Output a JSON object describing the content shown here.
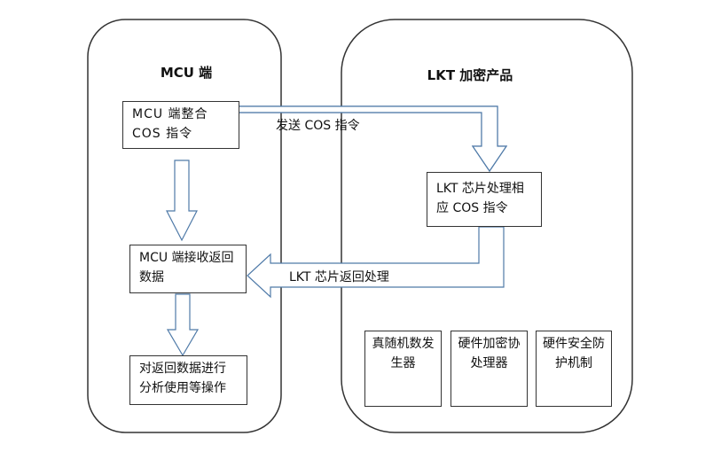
{
  "mcu": {
    "title": "MCU 端",
    "box_compose": "MCU 端整合 COS 指令",
    "box_receive": "MCU 端接收返回数据",
    "box_process": "对返回数据进行分析使用等操作"
  },
  "lkt": {
    "title": "LKT 加密产品",
    "box_chip": "LKT 芯片处理相应 COS 指令",
    "features": [
      "真随机数发生器",
      "硬件加密协处理器",
      "硬件安全防护机制"
    ]
  },
  "arrows": {
    "send_label": "发送 COS 指令",
    "return_label": "LKT 芯片返回处理"
  },
  "colors": {
    "arrow_stroke": "#4f7aa8",
    "box_border": "#333333"
  }
}
